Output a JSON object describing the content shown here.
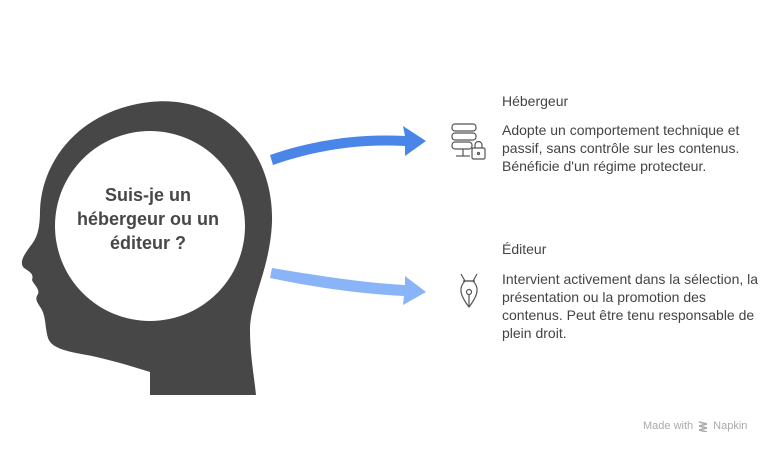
{
  "question": "Suis-je un hébergeur ou un éditeur ?",
  "options": [
    {
      "title": "Hébergeur",
      "description": "Adopte un comportement technique et passif, sans contrôle sur les contenus. Bénéficie d'un régime protecteur.",
      "icon": "server-lock-icon",
      "arrow_color": "#4a86e8"
    },
    {
      "title": "Éditeur",
      "description": "Intervient activement dans la sélection, la présentation ou la promotion des contenus. Peut être tenu responsable de plein droit.",
      "icon": "pen-nib-icon",
      "arrow_color": "#8ab4f8"
    }
  ],
  "footer": {
    "made_with": "Made with",
    "brand": "Napkin"
  },
  "colors": {
    "head": "#474747"
  }
}
